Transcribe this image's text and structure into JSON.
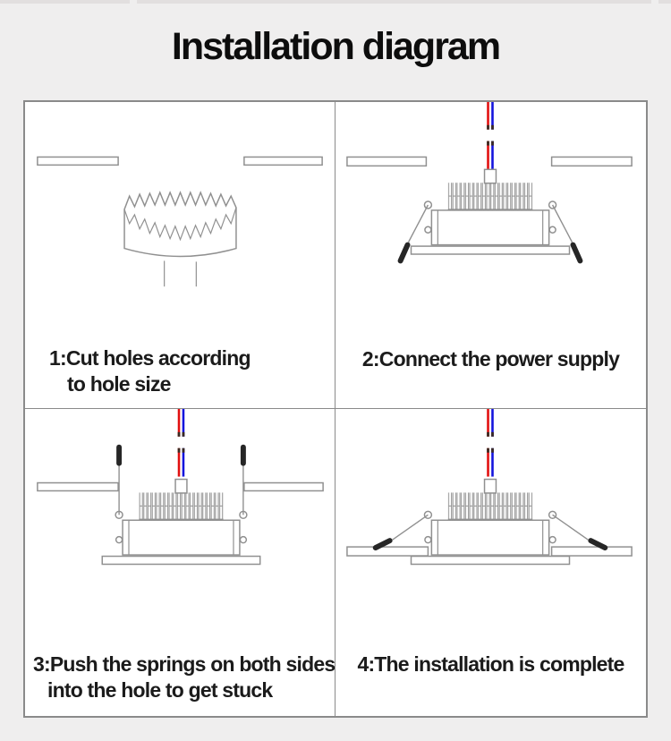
{
  "page": {
    "title": "Installation diagram"
  },
  "panels": [
    {
      "name": "step-1",
      "caption_line1": "1:Cut holes according",
      "caption_line2": "to hole size"
    },
    {
      "name": "step-2",
      "caption_line1": "2:Connect the power supply"
    },
    {
      "name": "step-3",
      "caption_line1": "3:Push the springs on both sides",
      "caption_line2": "into the hole to get stuck"
    },
    {
      "name": "step-4",
      "caption_line1": "4:The installation is complete"
    }
  ],
  "colors": {
    "page-bg": "#efeeee",
    "panel-bg": "#ffffff",
    "frame-border": "#8a8a8a",
    "line-gray": "#909090",
    "wire-red": "#e21010",
    "wire-blue": "#1414dd",
    "wire-tip": "#3a2a22",
    "spring-black": "#262626",
    "text": "#1b1b1b",
    "edge-strip": "#e2dfdf"
  }
}
